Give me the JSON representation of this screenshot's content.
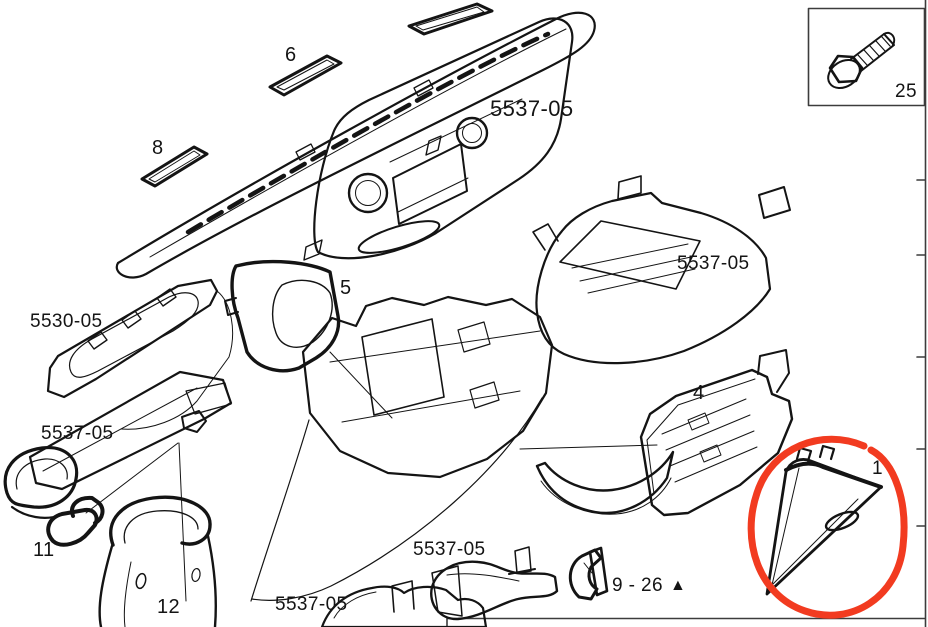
{
  "page": {
    "background": "#ffffff",
    "line_color": "#141414",
    "accent_color": "#f23b20"
  },
  "figure": {
    "kind": "exploded-parts-diagram",
    "highlight": {
      "shape": "hand-drawn-ellipse",
      "color": "#f23b20",
      "marks_part": "1"
    }
  },
  "labels": {
    "part1": "1",
    "part4": "4",
    "part5": "5",
    "part6": "6",
    "part8": "8",
    "part11": "11",
    "part12": "12",
    "inset_part": "25",
    "ref_top": "5537-05",
    "ref_right": "5537-05",
    "ref_cluster_finish": "5530-05",
    "ref_left": "5537-05",
    "ref_duct": "5537-05",
    "ref_console": "5537-05",
    "group_ref": "9 - 26",
    "group_marker": "▲"
  }
}
